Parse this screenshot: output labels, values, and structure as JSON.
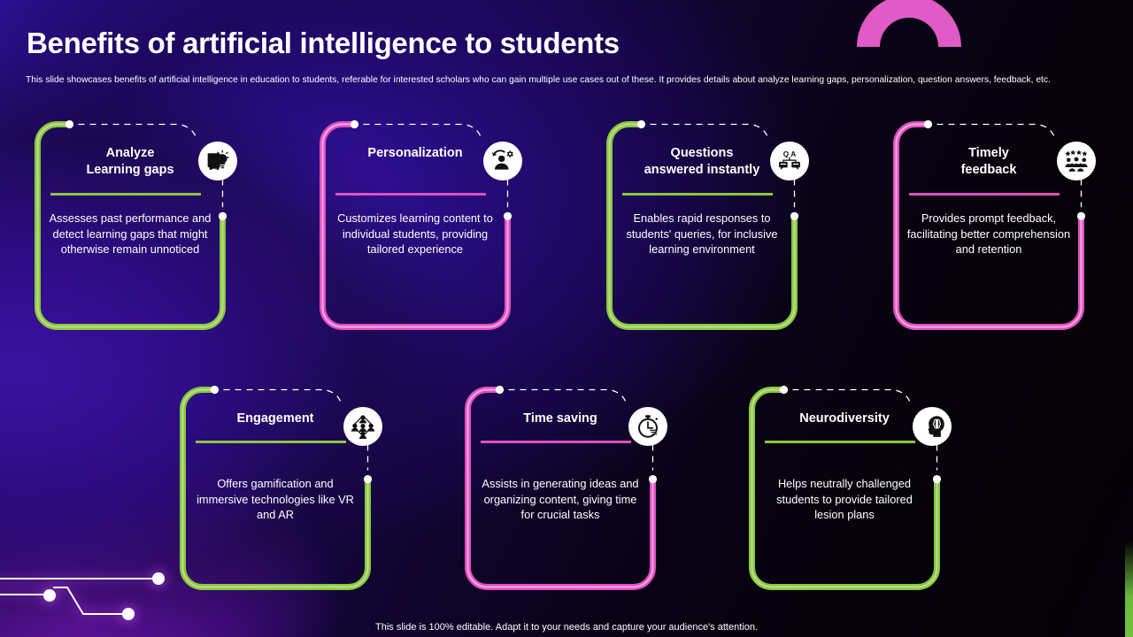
{
  "header": {
    "title": "Benefits of artificial intelligence to students",
    "subtitle": "This slide showcases benefits of artificial intelligence in education to students, referable for interested scholars who can gain multiple use cases out of these. It provides details about analyze learning gaps, personalization, question answers, feedback, etc."
  },
  "footer": {
    "note": "This slide is 100% editable. Adapt it to your needs and capture your audience's attention."
  },
  "colors": {
    "green": "#8cc63f",
    "green_light": "#b7e08a",
    "pink": "#e04fc0",
    "pink_light": "#f3a6e2",
    "white": "#ffffff",
    "arch_pink": "#e05bc5",
    "background_purple": "#2d0c84"
  },
  "cards": [
    {
      "title": "Analyze Learning gaps",
      "title_lines": [
        "Analyze",
        "Learning gaps"
      ],
      "body": "Assesses past performance and detect learning gaps that might otherwise remain unnoticed",
      "accent": "green",
      "icon": "book-lightbulb-icon",
      "row": 1,
      "column": 1
    },
    {
      "title": "Personalization",
      "title_lines": [
        "Personalization"
      ],
      "body": "Customizes learning content to individual students, providing tailored experience",
      "accent": "pink",
      "icon": "person-gear-icon",
      "row": 1,
      "column": 2
    },
    {
      "title": "Questions answered instantly",
      "title_lines": [
        "Questions",
        "answered instantly"
      ],
      "body": "Enables rapid responses to students' queries, for inclusive learning environment",
      "accent": "green",
      "icon": "qa-chat-icon",
      "row": 1,
      "column": 3
    },
    {
      "title": "Timely feedback",
      "title_lines": [
        "Timely",
        "feedback"
      ],
      "body": "Provides prompt feedback, facilitating better comprehension and retention",
      "accent": "pink",
      "icon": "star-rating-group-icon",
      "row": 1,
      "column": 4
    },
    {
      "title": "Engagement",
      "title_lines": [
        "Engagement"
      ],
      "body": "Offers gamification and immersive technologies like VR and AR",
      "accent": "green",
      "icon": "network-people-icon",
      "row": 2,
      "column": 1
    },
    {
      "title": "Time saving",
      "title_lines": [
        "Time saving"
      ],
      "body": "Assists in generating ideas and organizing content, giving time for crucial tasks",
      "accent": "pink",
      "icon": "stopwatch-icon",
      "row": 2,
      "column": 2
    },
    {
      "title": "Neurodiversity",
      "title_lines": [
        "Neurodiversity"
      ],
      "body": "Helps neutrally challenged students to provide tailored lesion plans",
      "accent": "green",
      "icon": "head-brain-icon",
      "row": 2,
      "column": 3
    }
  ]
}
